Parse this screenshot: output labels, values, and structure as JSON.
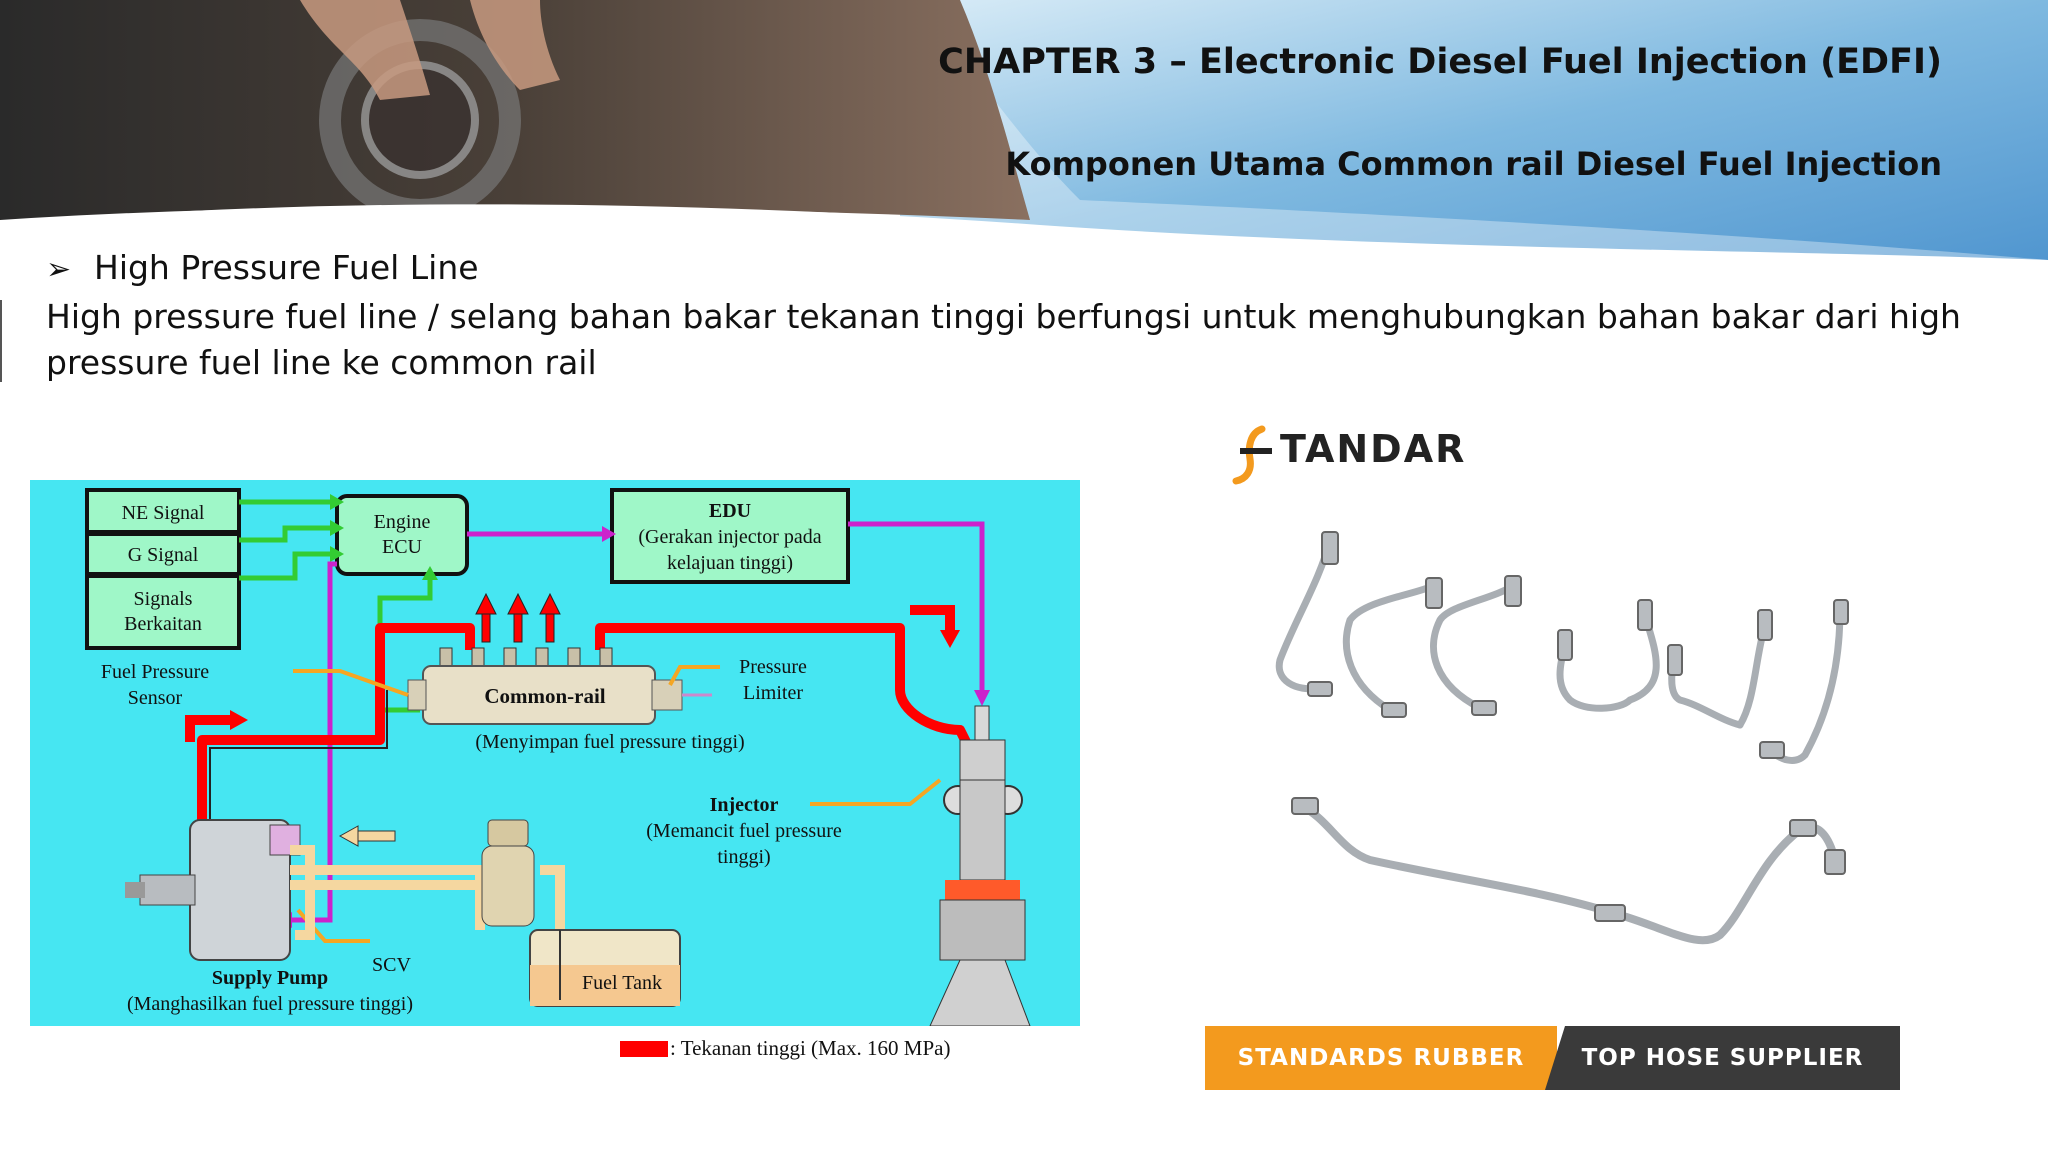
{
  "header": {
    "chapter_title": "CHAPTER 3 – Electronic Diesel Fuel Injection (EDFI)",
    "section_title": "Komponen Utama Common rail Diesel Fuel Injection"
  },
  "content": {
    "bullet": "High Pressure Fuel Line",
    "description": "High pressure fuel line / selang bahan bakar tekanan tinggi berfungsi untuk menghubungkan bahan bakar dari high pressure fuel line ke common rail"
  },
  "diagram": {
    "ne_signal": "NE Signal",
    "g_signal": "G Signal",
    "signals_1": "Signals",
    "signals_2": "Berkaitan",
    "engine_ecu_1": "Engine",
    "engine_ecu_2": "ECU",
    "edu_title": "EDU",
    "edu_1": "(Gerakan injector pada",
    "edu_2": "kelajuan tinggi)",
    "fps_1": "Fuel Pressure",
    "fps_2": "Sensor",
    "common_rail": "Common-rail",
    "common_rail_desc": "(Menyimpan fuel pressure tinggi)",
    "pressure_limiter_1": "Pressure",
    "pressure_limiter_2": "Limiter",
    "injector_title": "Injector",
    "injector_1": "(Memancit fuel pressure",
    "injector_2": "tinggi)",
    "scv": "SCV",
    "supply_pump": "Supply Pump",
    "supply_pump_desc": "(Manghasilkan fuel pressure tinggi)",
    "fuel_tank": "Fuel Tank",
    "legend": ": Tekanan tinggi (Max. 160 MPa)"
  },
  "product": {
    "brand": "TANDAR",
    "banner_left": "STANDARDS RUBBER",
    "banner_right": "TOP HOSE SUPPLIER"
  },
  "colors": {
    "diagram_bg": "#46e6f2",
    "high_pressure": "#ff0000",
    "signal_green": "#33cc33",
    "control_magenta": "#cc22cc",
    "leader_orange": "#f5a623",
    "banner_orange": "#f39a1e",
    "banner_dark": "#3a3a3a"
  }
}
